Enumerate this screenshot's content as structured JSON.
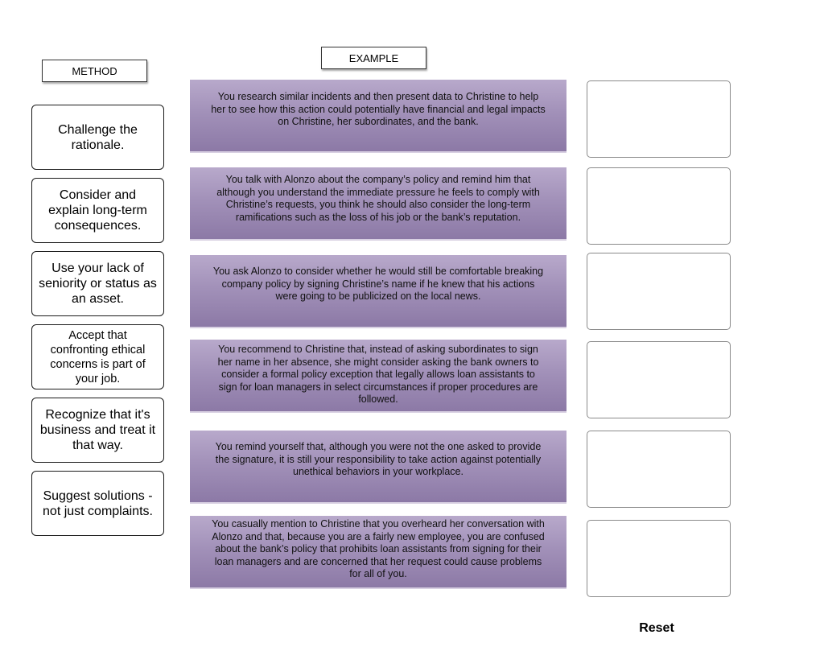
{
  "headers": {
    "method": "METHOD",
    "example": "EXAMPLE"
  },
  "methods": [
    {
      "label": "Challenge the rationale."
    },
    {
      "label": "Consider and explain long-term consequences."
    },
    {
      "label": "Use your lack of seniority or status as an asset."
    },
    {
      "label": "Accept that confronting ethical concerns is part of your job."
    },
    {
      "label": "Recognize that it's business and treat it that way."
    },
    {
      "label": "Suggest solutions - not just complaints."
    }
  ],
  "examples": [
    {
      "text": "You research similar incidents and then present data to Christine to help her to see how this action could potentially have financial and legal impacts on Christine, her subordinates, and the bank."
    },
    {
      "text": "You talk with Alonzo about the company’s policy and remind him that although you understand the immediate pressure he feels to comply with Christine’s requests, you think he should also consider the long-term ramifications such as the loss of his job or the bank’s reputation."
    },
    {
      "text": "You ask Alonzo to consider whether he would still be comfortable breaking company policy by signing Christine’s name if he knew that his actions were going to be publicized on the local news."
    },
    {
      "text": "You recommend to Christine that, instead of asking subordinates to sign her name in her absence, she might consider asking the bank owners to consider a formal policy exception that legally allows loan assistants to sign for loan managers in select circumstances if proper procedures are followed."
    },
    {
      "text": "You remind yourself that, although you were not the one asked to provide the signature, it is still your responsibility to take action against potentially unethical behaviors in your workplace."
    },
    {
      "text": "You casually mention to Christine that you overheard her conversation with Alonzo and that, because you are a fairly new employee, you are confused about the bank’s policy that prohibits loan assistants from signing for their loan managers and are concerned that her request could cause problems for all of you."
    }
  ],
  "reset_label": "Reset",
  "colors": {
    "example_gradient_top": "#b8a9cb",
    "example_gradient_bottom": "#8c79a6"
  }
}
